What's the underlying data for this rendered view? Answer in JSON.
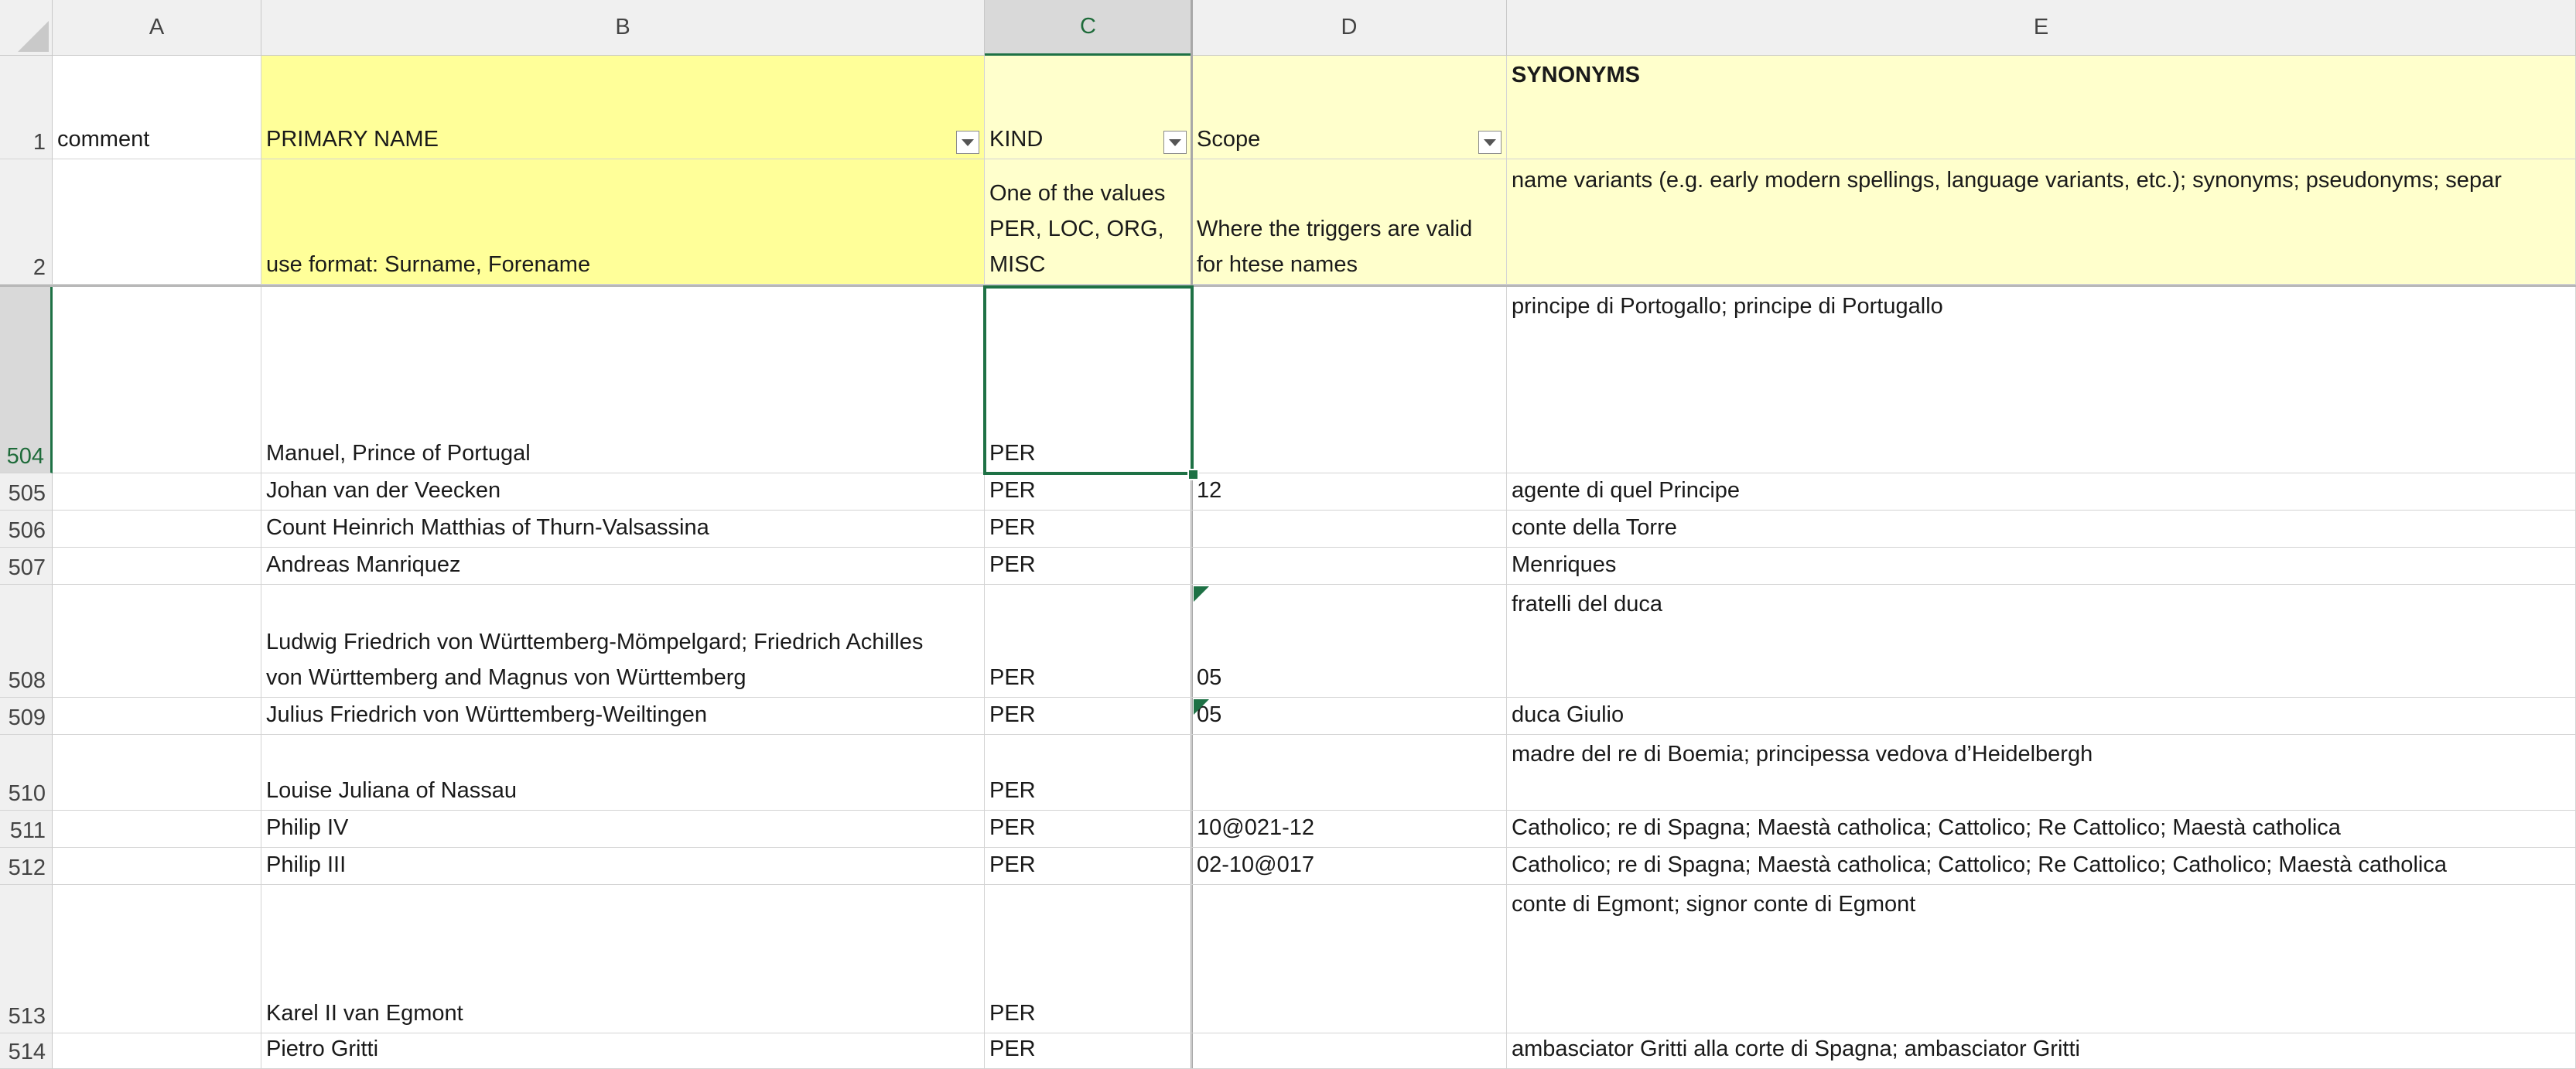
{
  "columns": [
    "A",
    "B",
    "C",
    "D",
    "E"
  ],
  "row_numbers": [
    "1",
    "2",
    "504",
    "505",
    "506",
    "507",
    "508",
    "509",
    "510",
    "511",
    "512",
    "513",
    "514"
  ],
  "header_row": {
    "comment": "comment",
    "primary_name": "PRIMARY NAME",
    "kind": "KIND",
    "scope": "Scope",
    "synonyms": "SYNONYMS"
  },
  "description_row": {
    "comment": "",
    "primary_name": "use format: Surname, Forename",
    "kind": "One of the values PER, LOC, ORG, MISC",
    "scope": "Where the triggers are valid for htese names",
    "synonyms": "name variants (e.g. early modern spellings, language variants, etc.); synonyms; pseudonyms; separ"
  },
  "rows": [
    {
      "row": "504",
      "comment": "",
      "name": "Manuel, Prince of Portugal",
      "kind": "PER",
      "scope": "",
      "synonyms": "principe di Portogallo;  principe di Portugallo"
    },
    {
      "row": "505",
      "comment": "",
      "name": "Johan van der Veecken",
      "kind": "PER",
      "scope": "12",
      "synonyms": "agente di quel Principe"
    },
    {
      "row": "506",
      "comment": "",
      "name": "Count Heinrich Matthias of Thurn-Valsassina",
      "kind": "PER",
      "scope": "",
      "synonyms": "conte della Torre"
    },
    {
      "row": "507",
      "comment": "",
      "name": "Andreas Manriquez",
      "kind": "PER",
      "scope": "",
      "synonyms": "Menriques"
    },
    {
      "row": "508",
      "comment": "",
      "name": "Ludwig Friedrich von Württemberg-Mömpelgard; Friedrich Achilles von Württemberg and Magnus von Württemberg",
      "kind": "PER",
      "scope": "05",
      "synonyms": "fratelli del duca"
    },
    {
      "row": "509",
      "comment": "",
      "name": "Julius Friedrich von Württemberg-Weiltingen",
      "kind": "PER",
      "scope": "05",
      "synonyms": "duca Giulio"
    },
    {
      "row": "510",
      "comment": "",
      "name": "Louise Juliana of Nassau",
      "kind": "PER",
      "scope": "",
      "synonyms": "madre del re di Boemia; principessa vedova d’Heidelbergh"
    },
    {
      "row": "511",
      "comment": "",
      "name": "Philip IV",
      "kind": "PER",
      "scope": "10@021-12",
      "synonyms": "Catholico; re di Spagna; Maestà catholica; Cattolico; Re Cattolico; Maestà catholica"
    },
    {
      "row": "512",
      "comment": "",
      "name": "Philip III",
      "kind": "PER",
      "scope": "02-10@017",
      "synonyms": "Catholico; re di Spagna; Maestà catholica; Cattolico; Re Cattolico; Catholico; Maestà catholica"
    },
    {
      "row": "513",
      "comment": "",
      "name": "Karel II van Egmont",
      "kind": "PER",
      "scope": "",
      "synonyms": "conte di Egmont; signor conte di Egmont"
    },
    {
      "row": "514",
      "comment": "",
      "name": "Pietro Gritti",
      "kind": "PER",
      "scope": "",
      "synonyms": "ambasciator Gritti alla corte di Spagna; ambasciator Gritti"
    }
  ],
  "selected_cell": "C504",
  "colors": {
    "header_yellow": "#ffff99",
    "header_light_yellow": "#ffffcc",
    "selection_green": "#1e7145",
    "header_gray": "#f0f0f0"
  }
}
